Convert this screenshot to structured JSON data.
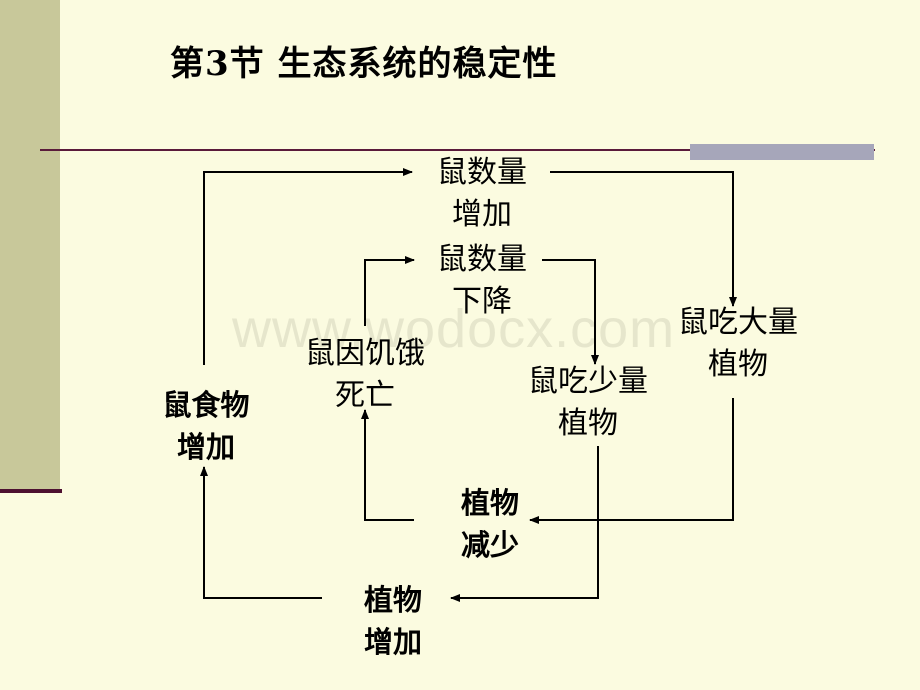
{
  "title": "第3节    生态系统的稳定性",
  "watermark": "www.wodocx.com",
  "nodes": {
    "rat_increase": [
      "鼠数量",
      "增加"
    ],
    "rat_decrease": [
      "鼠数量",
      "下降"
    ],
    "rat_eat_many": [
      "鼠吃大量",
      "植物"
    ],
    "rat_eat_few": [
      "鼠吃少量",
      "植物"
    ],
    "rat_starve": [
      "鼠因饥饿",
      "死亡"
    ],
    "rat_food_increase": [
      "鼠食物",
      "增加"
    ],
    "plant_decrease": [
      "植物",
      "减少"
    ],
    "plant_increase": [
      "植物",
      "增加"
    ]
  }
}
